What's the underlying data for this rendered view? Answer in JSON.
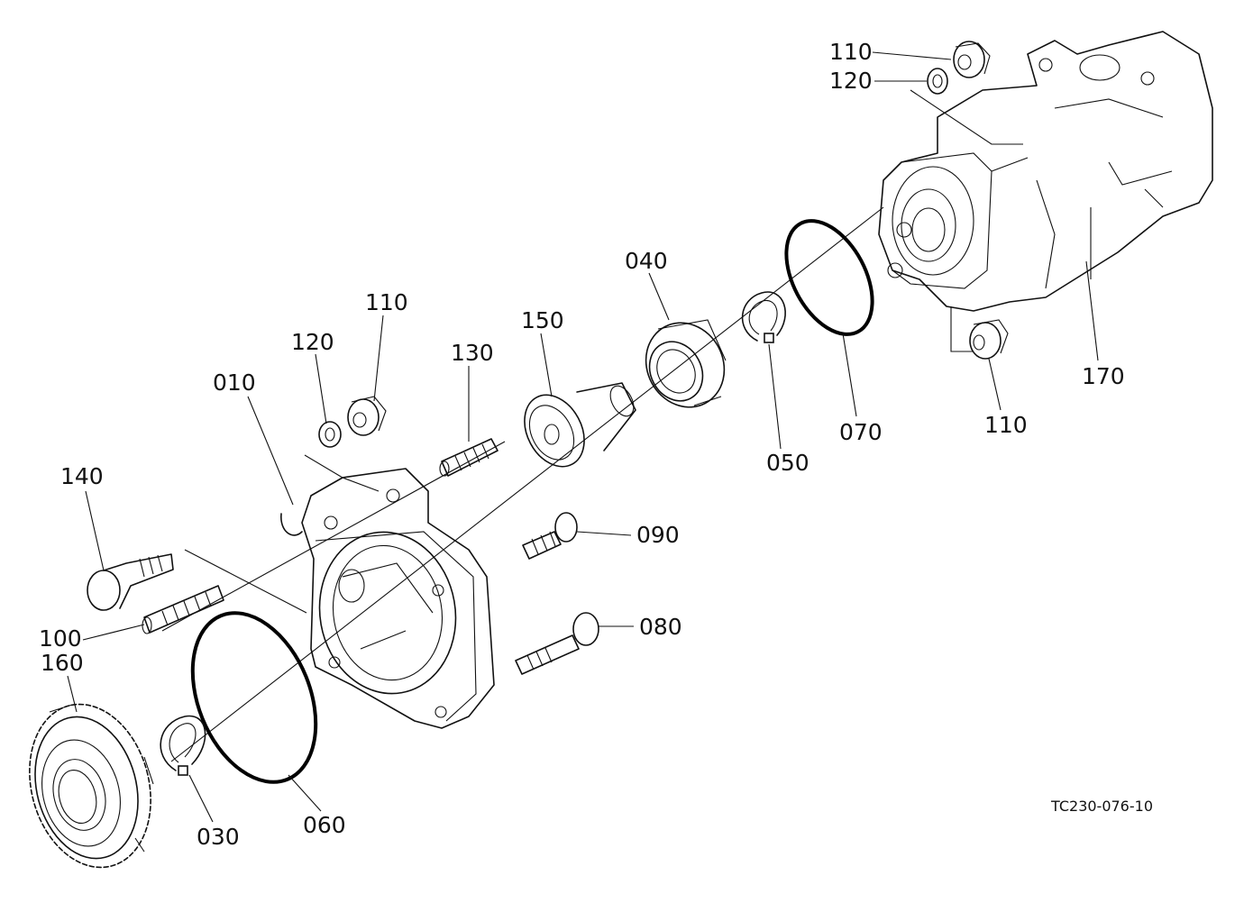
{
  "diagram_code": "TC230-076-10",
  "callouts": {
    "p110_top": "110",
    "p120_top": "120",
    "p110_mid": "110",
    "p120_mid": "120",
    "p010": "010",
    "p130": "130",
    "p150": "150",
    "p040": "040",
    "p140": "140",
    "p100": "100",
    "p160": "160",
    "p030": "030",
    "p060": "060",
    "p090": "090",
    "p080": "080",
    "p050": "050",
    "p070": "070",
    "p110_bottom": "110",
    "p170": "170"
  }
}
